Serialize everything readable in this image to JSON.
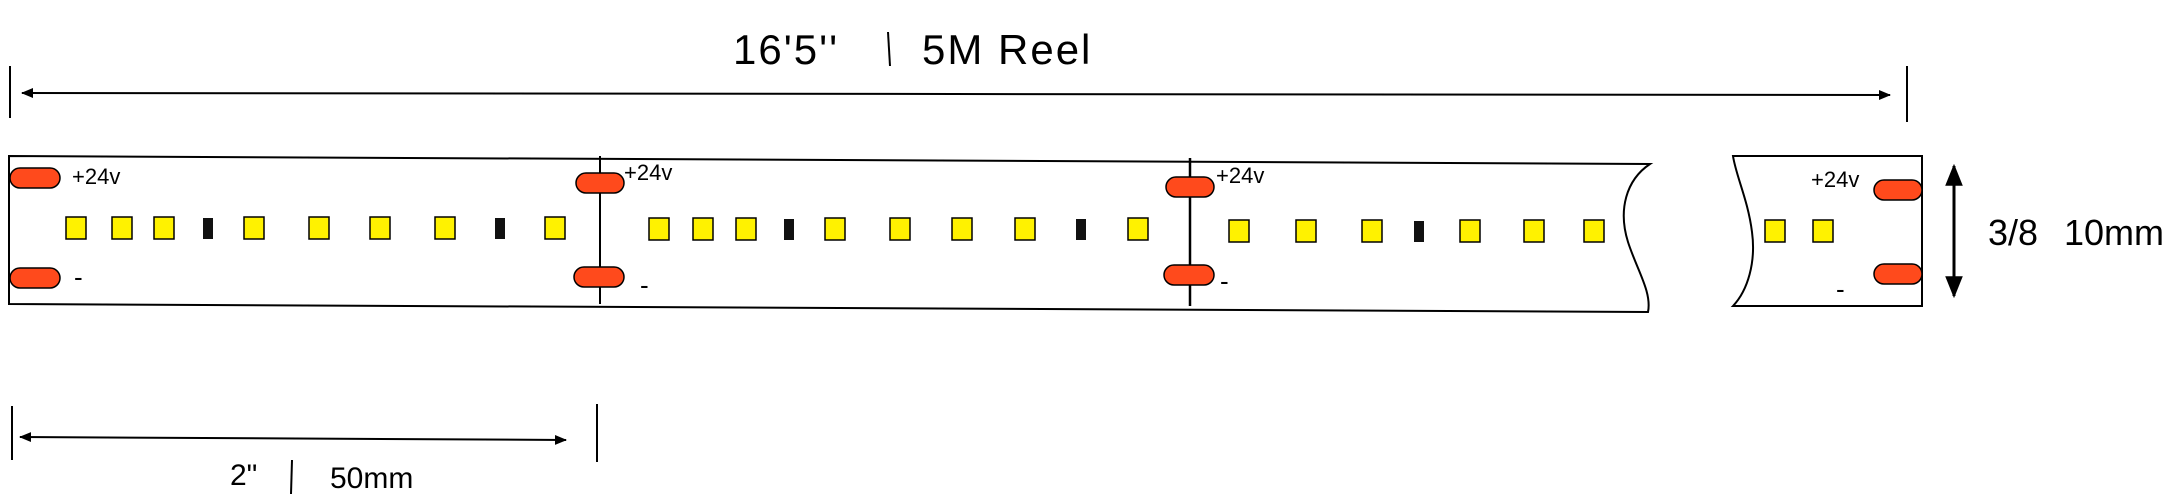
{
  "title": {
    "length_imperial": "16'5''",
    "separator": "|",
    "length_metric": "5M Reel"
  },
  "strip": {
    "positive_label": "+24v",
    "negative_label": "-",
    "pad_color": "#FF4A1C",
    "led_color": "#FFF200",
    "resistor_color": "#111111",
    "segment_pattern": [
      "led",
      "led",
      "led",
      "resistor",
      "led",
      "led",
      "led",
      "led",
      "resistor",
      "led"
    ],
    "tail_pattern": [
      "led",
      "led",
      "led",
      "resistor",
      "led",
      "led",
      "led"
    ],
    "end_pattern": [
      "led",
      "led"
    ]
  },
  "width_dimension": {
    "imperial": "3/8",
    "metric": "10mm"
  },
  "segment_dimension": {
    "imperial": "2\"",
    "separator": "|",
    "metric": "50mm"
  }
}
